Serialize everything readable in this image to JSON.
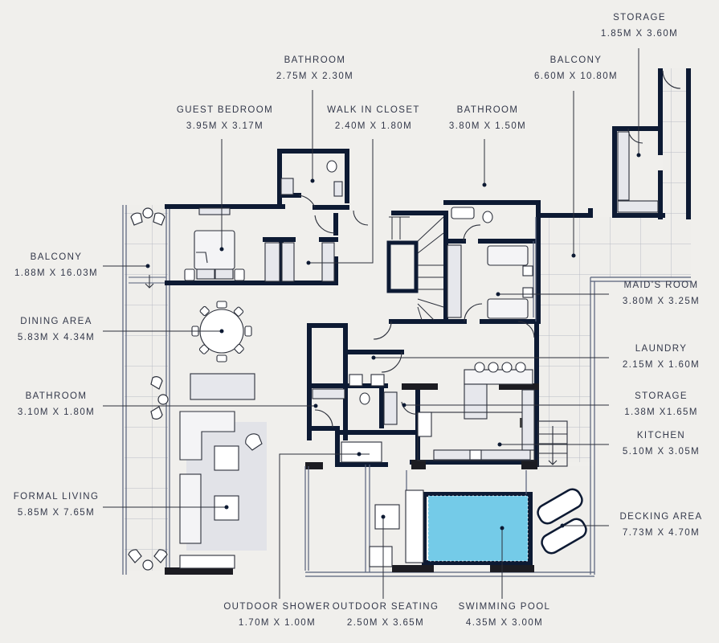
{
  "floor_plan": {
    "colors": {
      "background": "#f0efec",
      "wall": "#0d1a33",
      "pool": "#74cbe8",
      "furniture_fill": "#e6e7ec",
      "rug": "#e2e3e8",
      "leader_line": "#2b2f3a"
    },
    "rooms": [
      {
        "id": "storage-top",
        "name": "STORAGE",
        "dim": "1.85M X 3.60M"
      },
      {
        "id": "bathroom-top",
        "name": "BATHROOM",
        "dim": "2.75M X 2.30M"
      },
      {
        "id": "balcony-right",
        "name": "BALCONY",
        "dim": "6.60M X 10.80M"
      },
      {
        "id": "guest-bedroom",
        "name": "GUEST BEDROOM",
        "dim": "3.95M X 3.17M"
      },
      {
        "id": "walk-in-closet",
        "name": "WALK IN CLOSET",
        "dim": "2.40M X 1.80M"
      },
      {
        "id": "bathroom-maid",
        "name": "BATHROOM",
        "dim": "3.80M X 1.50M"
      },
      {
        "id": "balcony-left",
        "name": "BALCONY",
        "dim": "1.88M X 16.03M"
      },
      {
        "id": "dining-area",
        "name": "DINING AREA",
        "dim": "5.83M X 4.34M"
      },
      {
        "id": "bathroom-left",
        "name": "BATHROOM",
        "dim": "3.10M X 1.80M"
      },
      {
        "id": "formal-living",
        "name": "FORMAL LIVING",
        "dim": "5.85M X 7.65M"
      },
      {
        "id": "maids-room",
        "name": "MAID'S ROOM",
        "dim": "3.80M X 3.25M"
      },
      {
        "id": "laundry",
        "name": "LAUNDRY",
        "dim": "2.15M X 1.60M"
      },
      {
        "id": "storage-right",
        "name": "STORAGE",
        "dim": "1.38M X1.65M"
      },
      {
        "id": "kitchen",
        "name": "KITCHEN",
        "dim": "5.10M X 3.05M"
      },
      {
        "id": "decking-area",
        "name": "DECKING AREA",
        "dim": "7.73M X 4.70M"
      },
      {
        "id": "outdoor-shower",
        "name": "OUTDOOR SHOWER",
        "dim": "1.70M X 1.00M"
      },
      {
        "id": "outdoor-seating",
        "name": "OUTDOOR SEATING",
        "dim": "2.50M X 3.65M"
      },
      {
        "id": "swimming-pool",
        "name": "SWIMMING POOL",
        "dim": "4.35M X 3.00M"
      }
    ]
  }
}
